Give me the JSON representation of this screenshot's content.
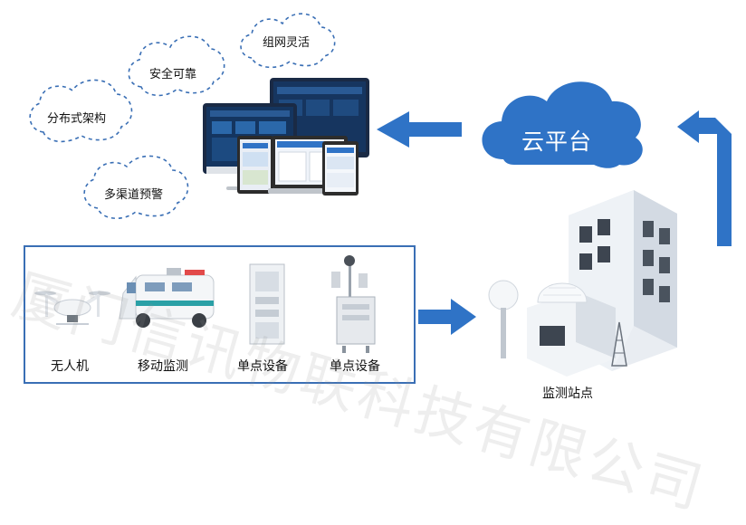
{
  "features": [
    {
      "label": "组网灵活"
    },
    {
      "label": "安全可靠"
    },
    {
      "label": "分布式架构"
    },
    {
      "label": "多渠道预警"
    }
  ],
  "cloud": {
    "label": "云平台"
  },
  "devices": [
    {
      "label": "无人机"
    },
    {
      "label": "移动监测"
    },
    {
      "label": "单点设备"
    },
    {
      "label": "单点设备"
    }
  ],
  "station": {
    "label": "监测站点"
  },
  "watermark": {
    "text": "厦门信讯物联科技有限公司"
  },
  "colors": {
    "accent": "#2f73c6",
    "cloud": "#2f73c6",
    "dash": "#3a6fb5",
    "box": "#3a6fb5"
  }
}
